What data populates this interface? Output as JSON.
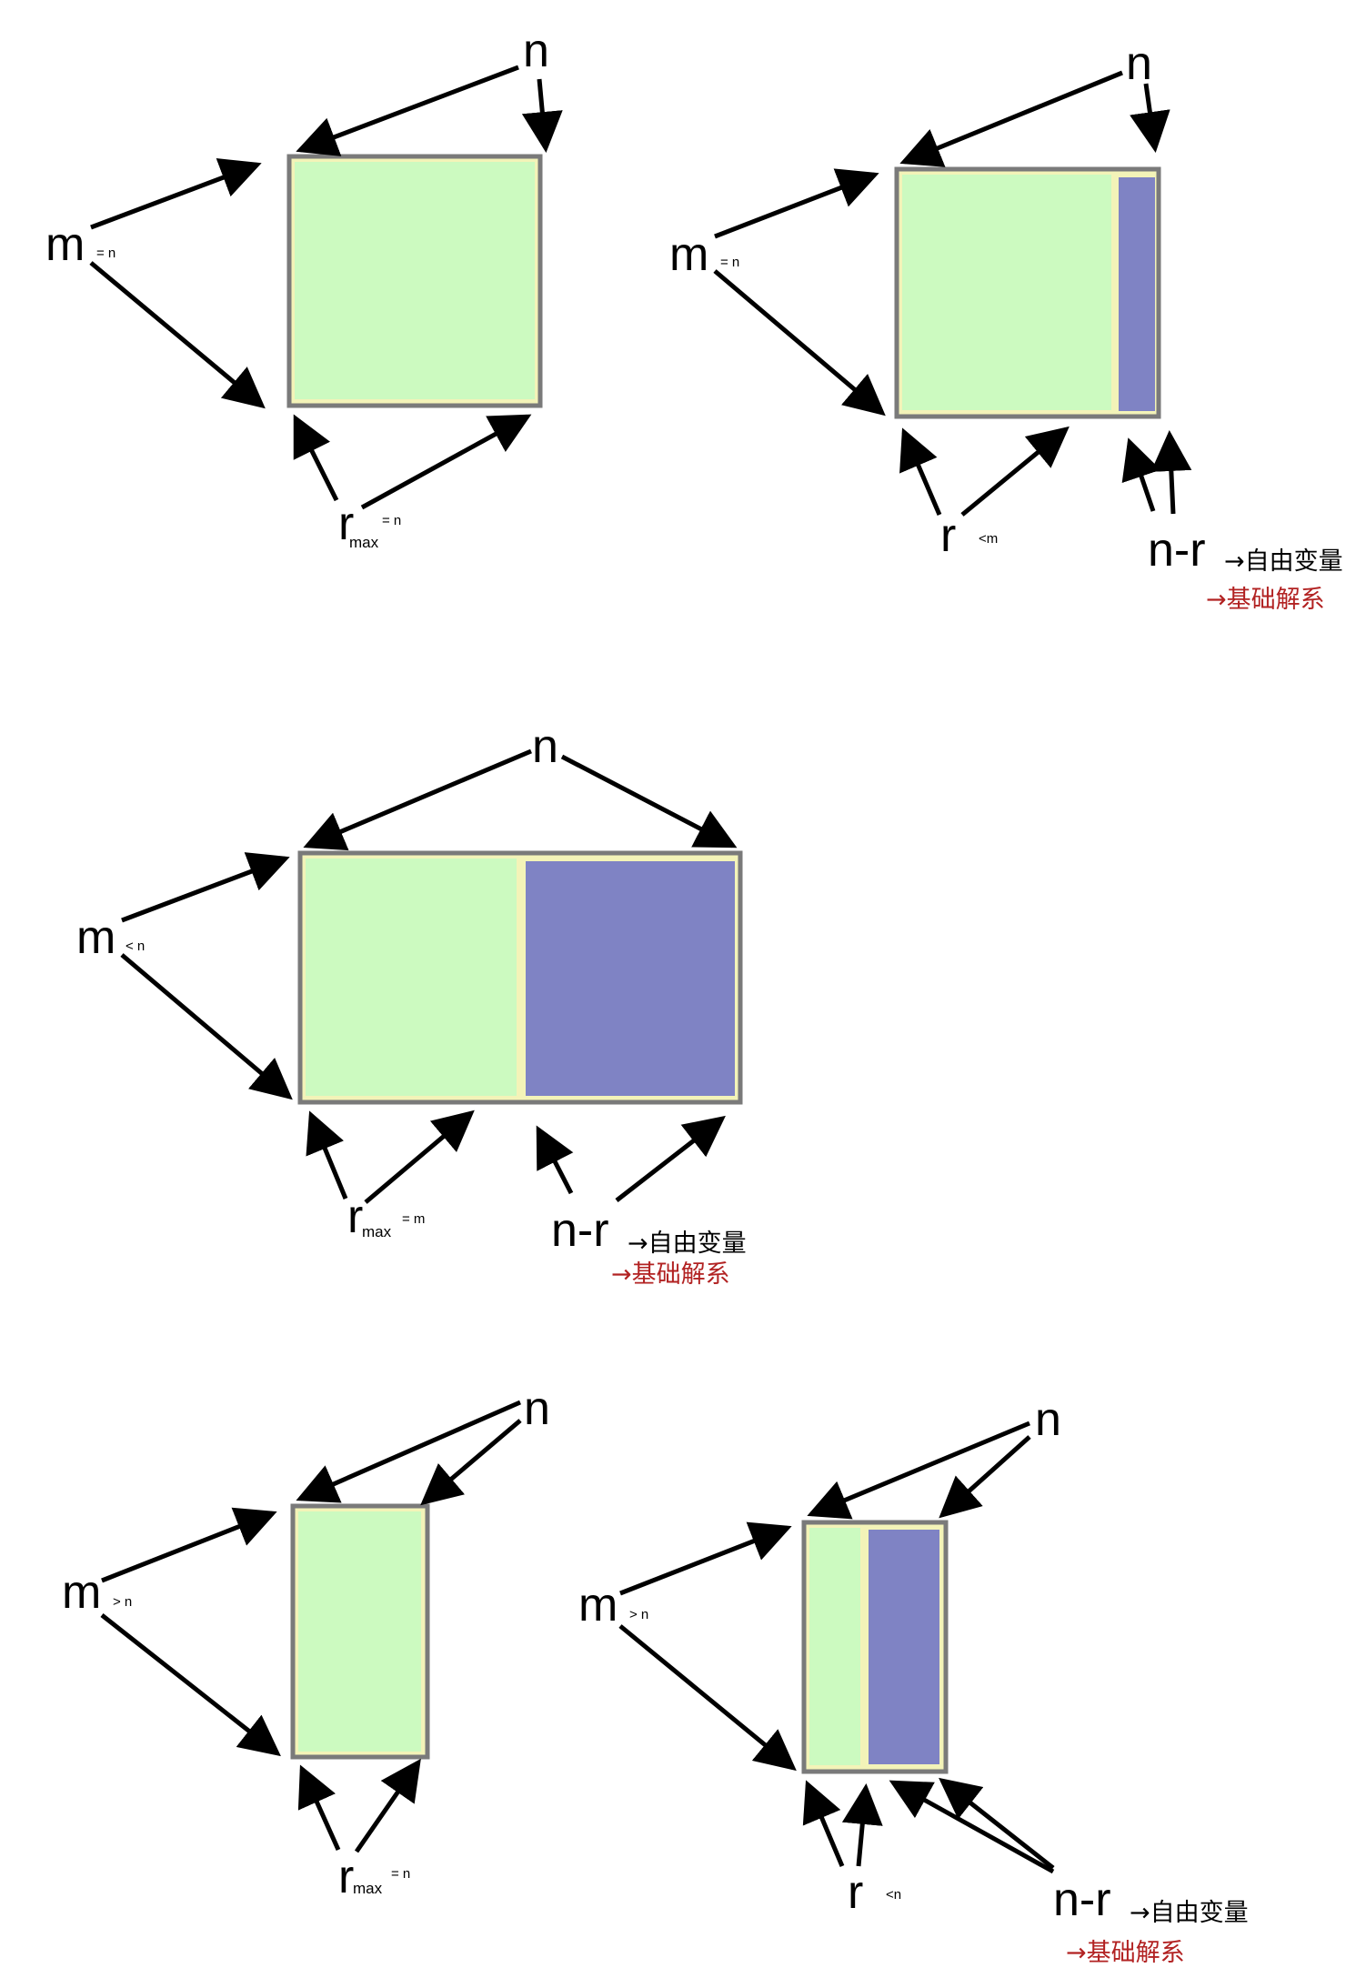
{
  "colors": {
    "green": "#ccfac0",
    "blue": "#7f83c4",
    "border": "#7a7a7a",
    "inner_border": "#f3f3b8",
    "arrow": "#000000",
    "red_text": "#b22222"
  },
  "labels": {
    "n": "n",
    "m": "m",
    "r": "r",
    "nr": "n-r",
    "max": "max",
    "eq_n": "= n",
    "eq_m": "= m",
    "lt_m": "<m",
    "lt_n_spaced": "< n",
    "lt_n": "<n",
    "gt_n": "> n",
    "free_var": "→自由变量",
    "basis": "→基础解系"
  }
}
